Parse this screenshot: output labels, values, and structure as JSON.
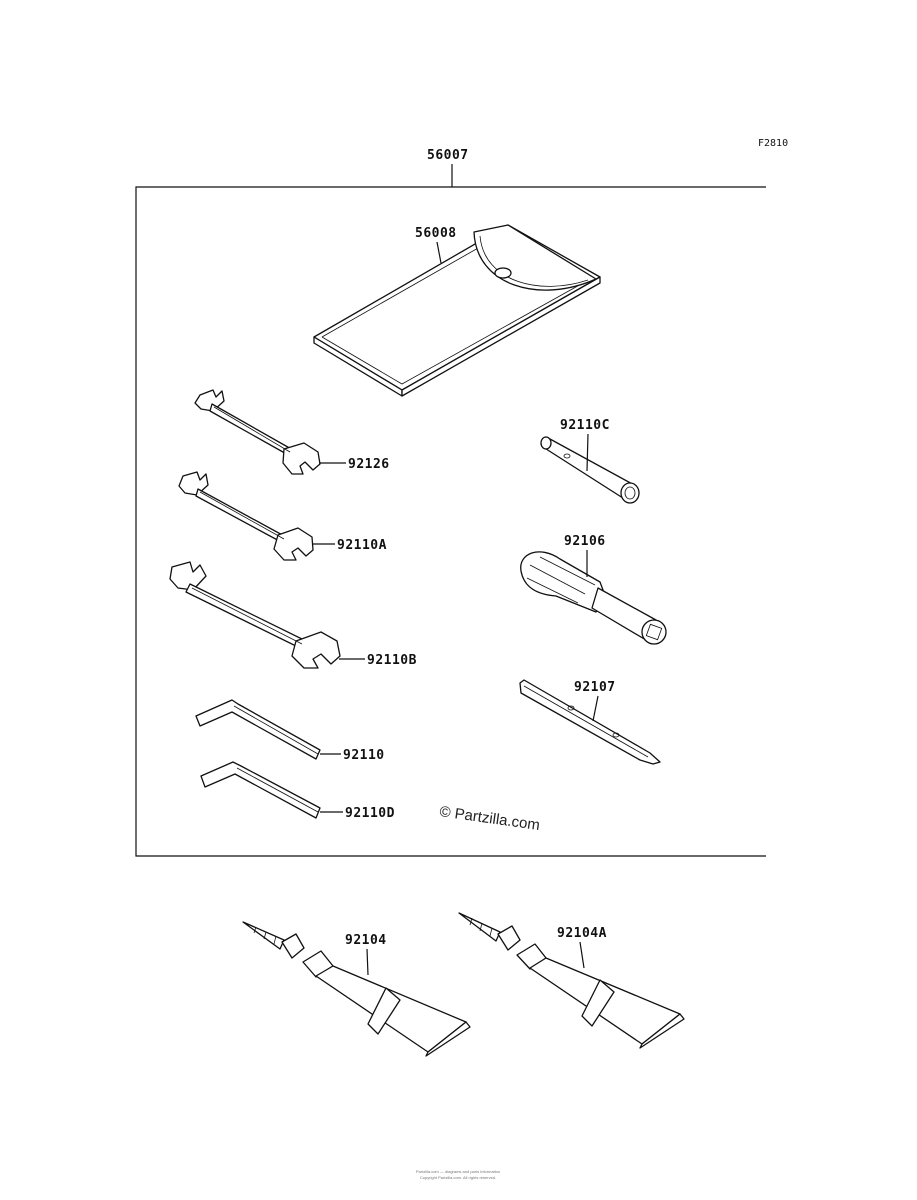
{
  "diagram": {
    "figure_code": "F2810",
    "assembly": {
      "part_number": "56007"
    },
    "parts": [
      {
        "key": "bag",
        "part_number": "56008"
      },
      {
        "key": "wrench_small",
        "part_number": "92126"
      },
      {
        "key": "wrench_mid",
        "part_number": "92110A"
      },
      {
        "key": "wrench_large",
        "part_number": "92110B"
      },
      {
        "key": "hex_key_1",
        "part_number": "92110"
      },
      {
        "key": "hex_key_2",
        "part_number": "92110D"
      },
      {
        "key": "box_wrench",
        "part_number": "92110C"
      },
      {
        "key": "handle",
        "part_number": "92106"
      },
      {
        "key": "screwdriver",
        "part_number": "92107"
      },
      {
        "key": "grease_1",
        "part_number": "92104"
      },
      {
        "key": "grease_2",
        "part_number": "92104A"
      }
    ],
    "watermark": "© Partzilla.com",
    "footer_lines": [
      "Partzilla.com — diagrams and parts information",
      "Copyright Partzilla.com. All rights reserved."
    ]
  }
}
